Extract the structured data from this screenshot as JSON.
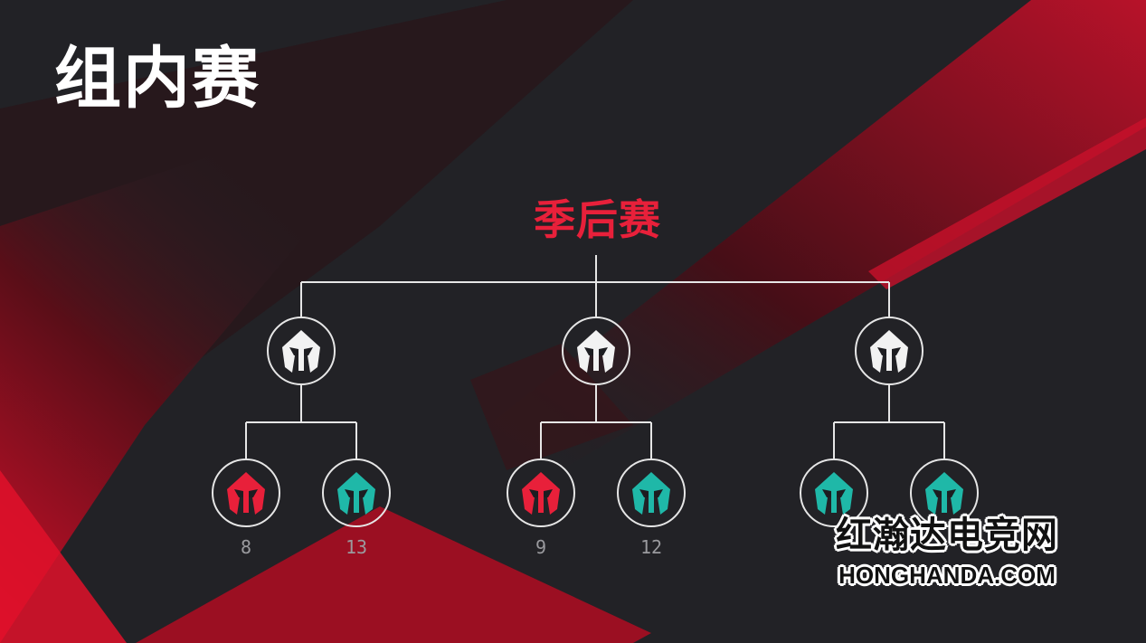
{
  "title": "组内赛",
  "root": {
    "label": "季后赛",
    "color": "#e8203a"
  },
  "colors": {
    "white": "#f2f2f2",
    "red": "#e8203a",
    "teal": "#1fb8a8",
    "line": "#e6e6e6",
    "label": "#9a9a9e"
  },
  "groups": [
    {
      "emblem": "helmet-icon",
      "color": "white",
      "children": [
        {
          "emblem": "helmet-icon",
          "color": "red",
          "label": "8"
        },
        {
          "emblem": "helmet-icon",
          "color": "teal",
          "label": "13"
        }
      ]
    },
    {
      "emblem": "helmet-icon",
      "color": "white",
      "children": [
        {
          "emblem": "helmet-icon",
          "color": "red",
          "label": "9"
        },
        {
          "emblem": "helmet-icon",
          "color": "teal",
          "label": "12"
        }
      ]
    },
    {
      "emblem": "helmet-icon",
      "color": "white",
      "children": [
        {
          "emblem": "helmet-icon",
          "color": "teal",
          "label": ""
        },
        {
          "emblem": "helmet-icon",
          "color": "teal",
          "label": ""
        }
      ]
    }
  ],
  "watermark": {
    "cn": "红瀚达电竞网",
    "en": "HONGHANDA.COM"
  }
}
